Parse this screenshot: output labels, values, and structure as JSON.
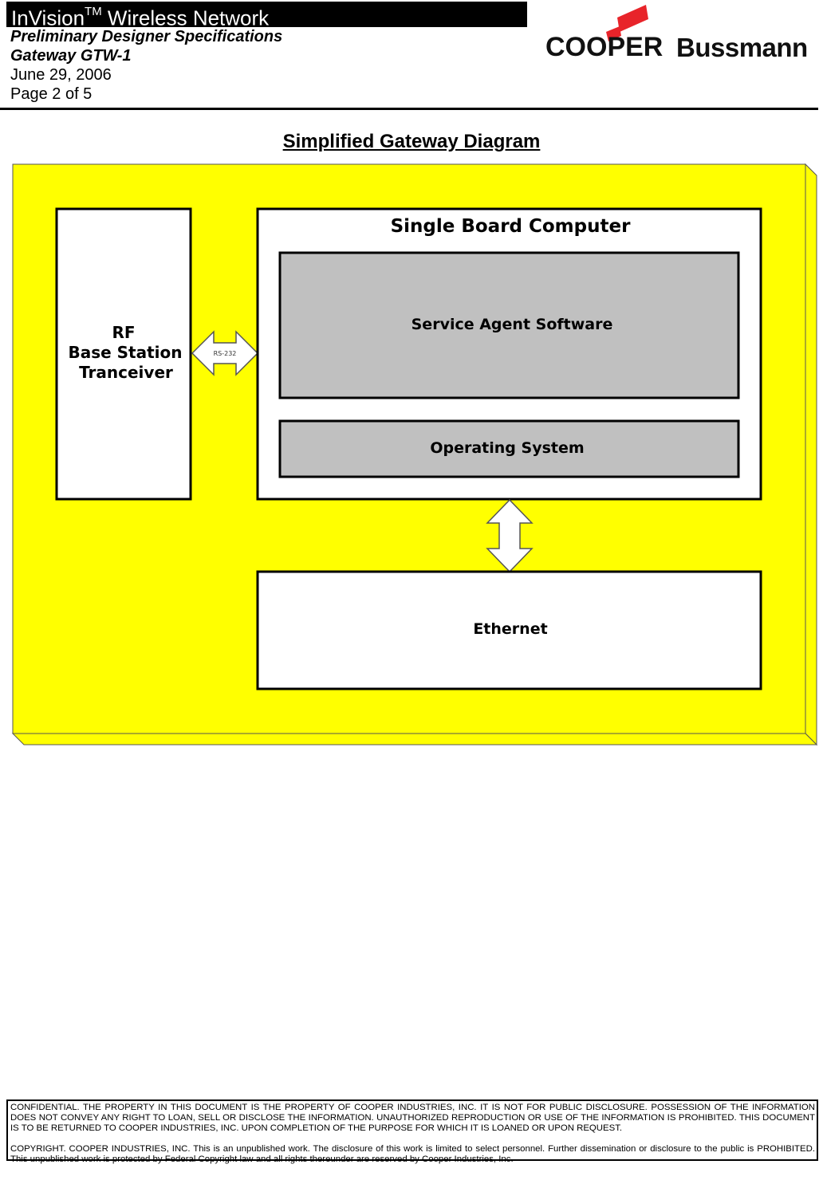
{
  "header": {
    "product_name": "InVision",
    "trademark": "TM",
    "product_suffix": " Wireless Network",
    "doc_type": "Preliminary Designer Specifications",
    "model": "Gateway GTW-1",
    "date": "June 29, 2006",
    "page": "Page 2 of 5"
  },
  "logo": {
    "word1": "COOPER",
    "word2": "Bussmann",
    "accent_color": "#e8242a"
  },
  "section": {
    "title": "Simplified Gateway Diagram"
  },
  "diagram": {
    "background_color": "#ffff00",
    "rf_box": {
      "line1": "RF",
      "line2": "Base Station",
      "line3": "Tranceiver"
    },
    "serial_link_label": "RS-232",
    "sbc": {
      "title": "Single Board Computer",
      "service_agent": "Service Agent Software",
      "os": "Operating System"
    },
    "ethernet": "Ethernet"
  },
  "footer": {
    "confidential": "CONFIDENTIAL.  THE PROPERTY IN THIS DOCUMENT IS THE PROPERTY OF COOPER INDUSTRIES, INC.  IT IS NOT FOR PUBLIC DISCLOSURE.  POSSESSION OF THE INFORMATION DOES NOT CONVEY ANY RIGHT TO LOAN, SELL OR DISCLOSE THE INFORMATION.  UNAUTHORIZED REPRODUCTION OR USE OF THE INFORMATION IS PROHIBITED.  THIS DOCUMENT IS TO BE RETURNED TO COOPER INDUSTRIES, INC. UPON COMPLETION OF THE PURPOSE FOR WHICH IT IS LOANED OR UPON REQUEST.",
    "copyright": "COPYRIGHT.  COOPER INDUSTRIES, INC.  This is an unpublished work.  The disclosure of this work is limited to select personnel.  Further dissemination or disclosure to the public is PROHIBITED.  This unpublished work is protected by Federal Copyright law and all rights thereunder are reserved by Cooper Industries, Inc."
  }
}
